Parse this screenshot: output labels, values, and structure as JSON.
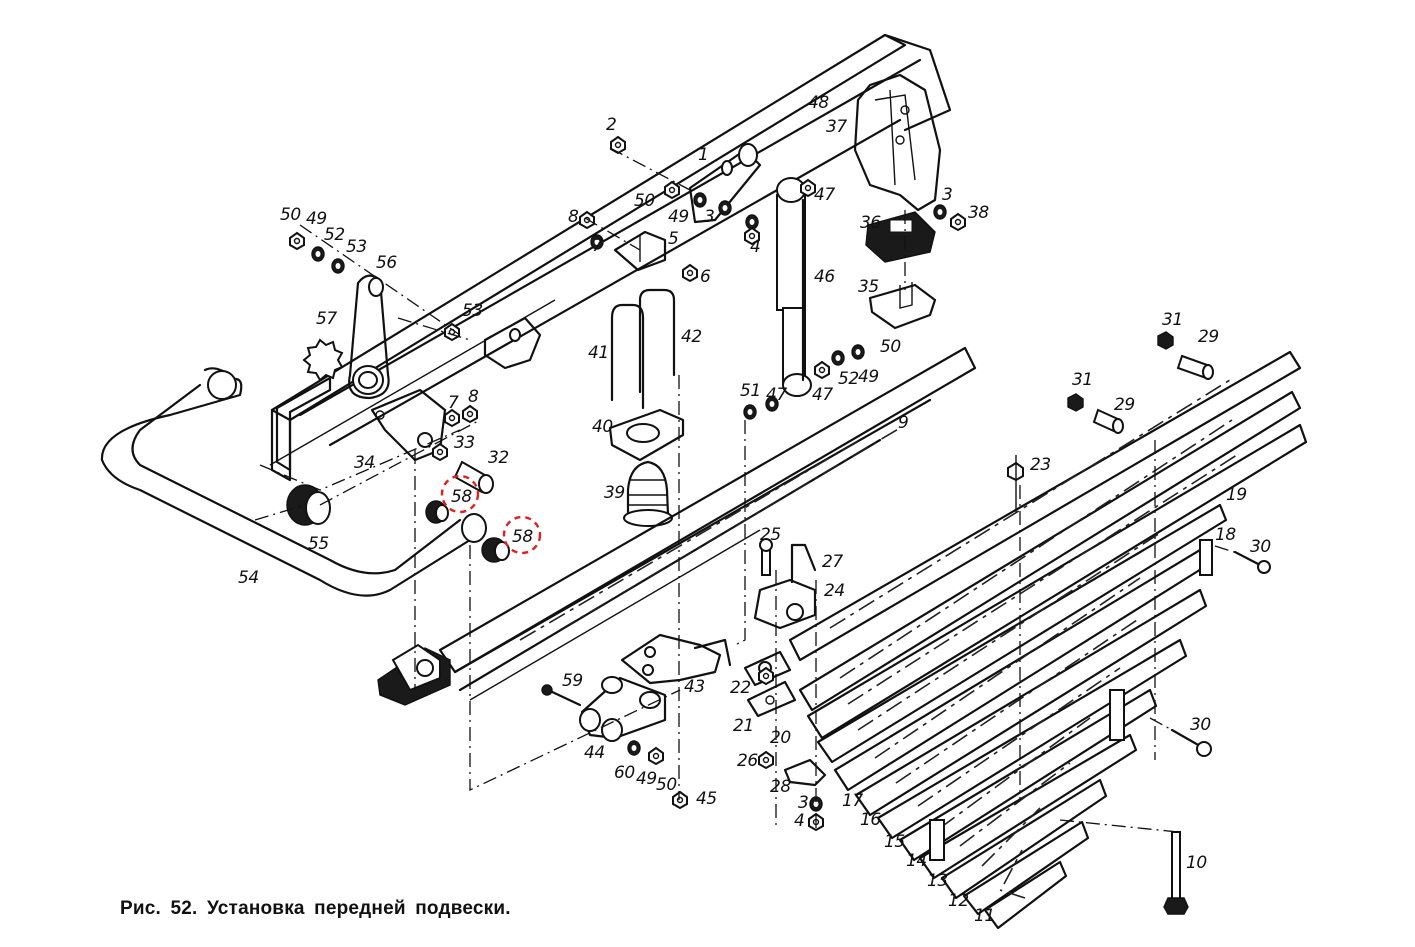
{
  "caption": "Рис. 52. Установка передней подвески.",
  "highlight_color": "#e0201e",
  "highlighted_parts": [
    "58"
  ],
  "parts": [
    {
      "id": "p2",
      "label": "2"
    },
    {
      "id": "p1",
      "label": "1"
    },
    {
      "id": "p48",
      "label": "48"
    },
    {
      "id": "p37",
      "label": "37"
    },
    {
      "id": "p47a",
      "label": "47"
    },
    {
      "id": "p50a",
      "label": "50"
    },
    {
      "id": "p49a",
      "label": "49"
    },
    {
      "id": "p3a",
      "label": "3"
    },
    {
      "id": "p4a",
      "label": "4"
    },
    {
      "id": "p5",
      "label": "5"
    },
    {
      "id": "p8a",
      "label": "8"
    },
    {
      "id": "p7a",
      "label": "7"
    },
    {
      "id": "p6",
      "label": "6"
    },
    {
      "id": "p3b",
      "label": "3"
    },
    {
      "id": "p38",
      "label": "38"
    },
    {
      "id": "p36",
      "label": "36"
    },
    {
      "id": "p35",
      "label": "35"
    },
    {
      "id": "p46",
      "label": "46"
    },
    {
      "id": "p50b",
      "label": "50"
    },
    {
      "id": "p49b",
      "label": "49"
    },
    {
      "id": "p52a",
      "label": "52"
    },
    {
      "id": "p53a",
      "label": "53"
    },
    {
      "id": "p56",
      "label": "56"
    },
    {
      "id": "p57",
      "label": "57"
    },
    {
      "id": "p53b",
      "label": "53"
    },
    {
      "id": "p41",
      "label": "41"
    },
    {
      "id": "p42",
      "label": "42"
    },
    {
      "id": "p50c",
      "label": "50"
    },
    {
      "id": "p49c",
      "label": "49"
    },
    {
      "id": "p52b",
      "label": "52"
    },
    {
      "id": "p47b",
      "label": "47"
    },
    {
      "id": "p47c",
      "label": "47"
    },
    {
      "id": "p51",
      "label": "51"
    },
    {
      "id": "p9",
      "label": "9"
    },
    {
      "id": "p40",
      "label": "40"
    },
    {
      "id": "p39",
      "label": "39"
    },
    {
      "id": "p7b",
      "label": "7"
    },
    {
      "id": "p8b",
      "label": "8"
    },
    {
      "id": "p33",
      "label": "33"
    },
    {
      "id": "p32",
      "label": "32"
    },
    {
      "id": "p34",
      "label": "34"
    },
    {
      "id": "p58a",
      "label": "58"
    },
    {
      "id": "p58b",
      "label": "58"
    },
    {
      "id": "p55",
      "label": "55"
    },
    {
      "id": "p54",
      "label": "54"
    },
    {
      "id": "p31a",
      "label": "31"
    },
    {
      "id": "p29a",
      "label": "29"
    },
    {
      "id": "p31b",
      "label": "31"
    },
    {
      "id": "p29b",
      "label": "29"
    },
    {
      "id": "p23",
      "label": "23"
    },
    {
      "id": "p19",
      "label": "19"
    },
    {
      "id": "p18",
      "label": "18"
    },
    {
      "id": "p30a",
      "label": "30"
    },
    {
      "id": "p25",
      "label": "25"
    },
    {
      "id": "p27",
      "label": "27"
    },
    {
      "id": "p24",
      "label": "24"
    },
    {
      "id": "p22",
      "label": "22"
    },
    {
      "id": "p21",
      "label": "21"
    },
    {
      "id": "p20",
      "label": "20"
    },
    {
      "id": "p26",
      "label": "26"
    },
    {
      "id": "p28",
      "label": "28"
    },
    {
      "id": "p3c",
      "label": "3"
    },
    {
      "id": "p4b",
      "label": "4"
    },
    {
      "id": "p43",
      "label": "43"
    },
    {
      "id": "p59",
      "label": "59"
    },
    {
      "id": "p44",
      "label": "44"
    },
    {
      "id": "p60",
      "label": "60"
    },
    {
      "id": "p49d",
      "label": "49"
    },
    {
      "id": "p50d",
      "label": "50"
    },
    {
      "id": "p45",
      "label": "45"
    },
    {
      "id": "p17",
      "label": "17"
    },
    {
      "id": "p16",
      "label": "16"
    },
    {
      "id": "p15",
      "label": "15"
    },
    {
      "id": "p14",
      "label": "14"
    },
    {
      "id": "p13",
      "label": "13"
    },
    {
      "id": "p12",
      "label": "12"
    },
    {
      "id": "p11",
      "label": "11"
    },
    {
      "id": "p30b",
      "label": "30"
    },
    {
      "id": "p10",
      "label": "10"
    }
  ]
}
